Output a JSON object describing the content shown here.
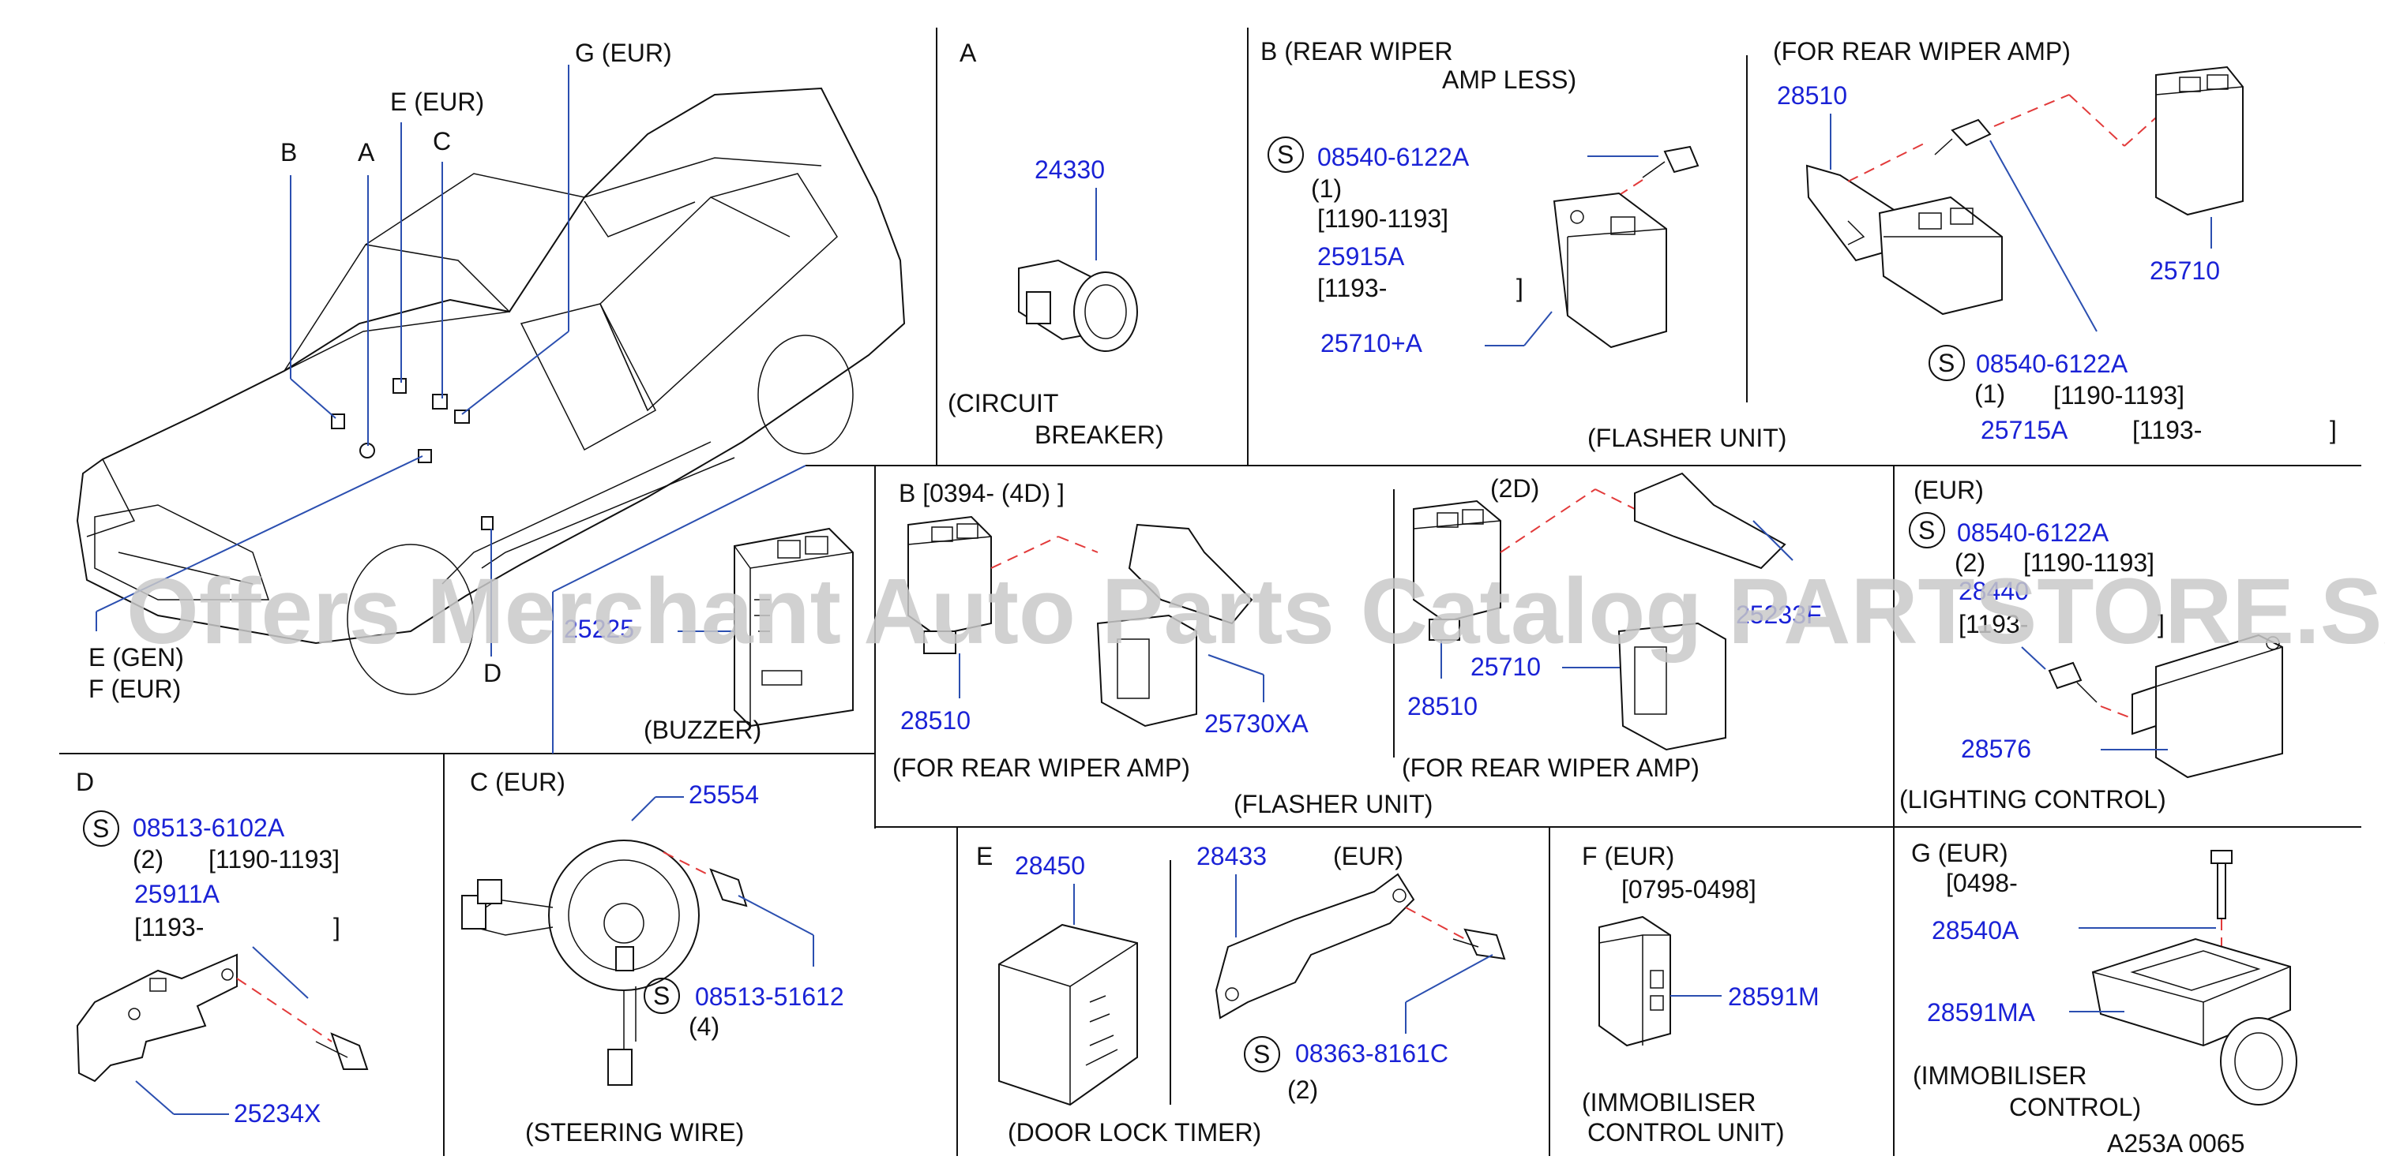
{
  "watermark": "Offers Merchant Auto Parts Catalog PARTSTORE.SA",
  "footer_code": "A253A  0065",
  "colors": {
    "part_number": "#1a22d6",
    "text": "#111111",
    "leader": "#2b4fb0",
    "dash": "#e23a3a"
  },
  "overview": {
    "labels": {
      "g_eur": "G (EUR)",
      "e_eur": "E (EUR)",
      "b": "B",
      "a": "A",
      "c": "C",
      "d": "D",
      "e_gen": "E (GEN)",
      "f_eur": "F (EUR)"
    },
    "buzzer_part": "25225",
    "buzzer_caption": "(BUZZER)"
  },
  "section_a": {
    "letter": "A",
    "part": "24330",
    "caption1": "(CIRCUIT",
    "caption2": "BREAKER)"
  },
  "section_b_top": {
    "title1": "B (REAR  WIPER",
    "title2": "AMP   LESS)",
    "screw_symbol": "S",
    "screw": "08540-6122A",
    "qty": "(1)",
    "range1": "[1190-1193]",
    "part_alt": "25915A",
    "range2": "[1193-",
    "range2_end": "]",
    "part_main": "25710+A",
    "caption": "(FLASHER   UNIT)"
  },
  "section_for_amp_top": {
    "title": "(FOR   REAR   WIPER   AMP)",
    "bracket": "28510",
    "unit": "25710",
    "screw_symbol": "S",
    "screw": "08540-6122A",
    "qty": "(1)",
    "range1": "[1190-1193]",
    "part_alt": "25715A",
    "range2": "[1193-",
    "range2_end": "]"
  },
  "section_b_mid": {
    "title": "B  [0394-   (4D)   ]",
    "bracket": "28510",
    "unit": "25730XA",
    "title_2d": "(2D)",
    "bracket_2d_part": "25233F",
    "unit_2d": "25710",
    "bracket_2d": "28510",
    "caption_left": "(FOR   REAR   WIPER   AMP)",
    "caption_right": "(FOR   REAR   WIPER   AMP)",
    "caption_bottom": "(FLASHER   UNIT)"
  },
  "section_eur_lighting": {
    "title": "(EUR)",
    "screw_symbol": "S",
    "screw": "08540-6122A",
    "qty": "(2)",
    "range1": "[1190-1193]",
    "part_alt": "28440",
    "range2": "[1193-",
    "range2_end": "]",
    "unit": "28576",
    "caption": "(LIGHTING   CONTROL)"
  },
  "section_d": {
    "letter": "D",
    "screw_symbol": "S",
    "screw": "08513-6102A",
    "qty": "(2)",
    "range1": "[1190-1193]",
    "part_alt": "25911A",
    "range2": "[1193-",
    "range2_end": "]",
    "bracket": "25234X"
  },
  "section_c": {
    "title": "C  (EUR)",
    "part": "25554",
    "screw_symbol": "S",
    "screw": "08513-51612",
    "qty": "(4)",
    "caption": "(STEERING   WIRE)"
  },
  "section_e": {
    "letter": "E",
    "unit": "28450",
    "bracket": "28433",
    "eur": "(EUR)",
    "screw_symbol": "S",
    "screw": "08363-8161C",
    "qty": "(2)",
    "caption": "(DOOR   LOCK      TIMER)"
  },
  "section_f": {
    "title": "F  (EUR)",
    "range": "[0795-0498]",
    "part": "28591M",
    "caption1": "(IMMOBILISER",
    "caption2": "CONTROL   UNIT)"
  },
  "section_g": {
    "title": "G (EUR)",
    "range": "[0498-",
    "bolt": "28540A",
    "unit": "28591MA",
    "caption1": "(IMMOBILISER",
    "caption2": "CONTROL)"
  }
}
